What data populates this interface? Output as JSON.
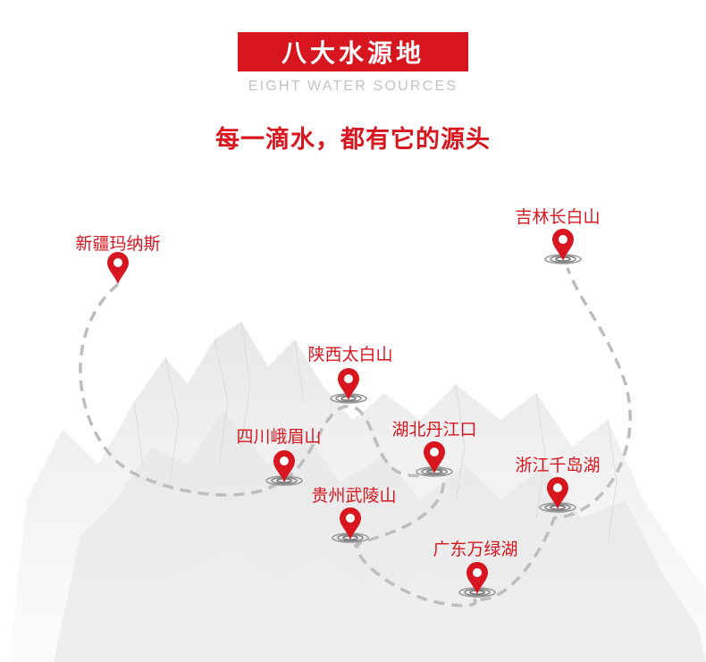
{
  "header": {
    "title": "八大水源地",
    "subtitle": "EIGHT WATER SOURCES",
    "slogan": "每一滴水，都有它的源头"
  },
  "colors": {
    "accent": "#d7161f",
    "route": "#bdbdbd",
    "mountain": "#dcdcdc"
  },
  "icons": {
    "pin": "location-pin-icon",
    "ripple": "water-ripple-icon"
  },
  "locations": [
    {
      "name": "新疆玛纳斯"
    },
    {
      "name": "吉林长白山"
    },
    {
      "name": "陕西太白山"
    },
    {
      "name": "湖北丹江口"
    },
    {
      "name": "四川峨眉山"
    },
    {
      "name": "浙江千岛湖"
    },
    {
      "name": "贵州武陵山"
    },
    {
      "name": "广东万绿湖"
    }
  ]
}
